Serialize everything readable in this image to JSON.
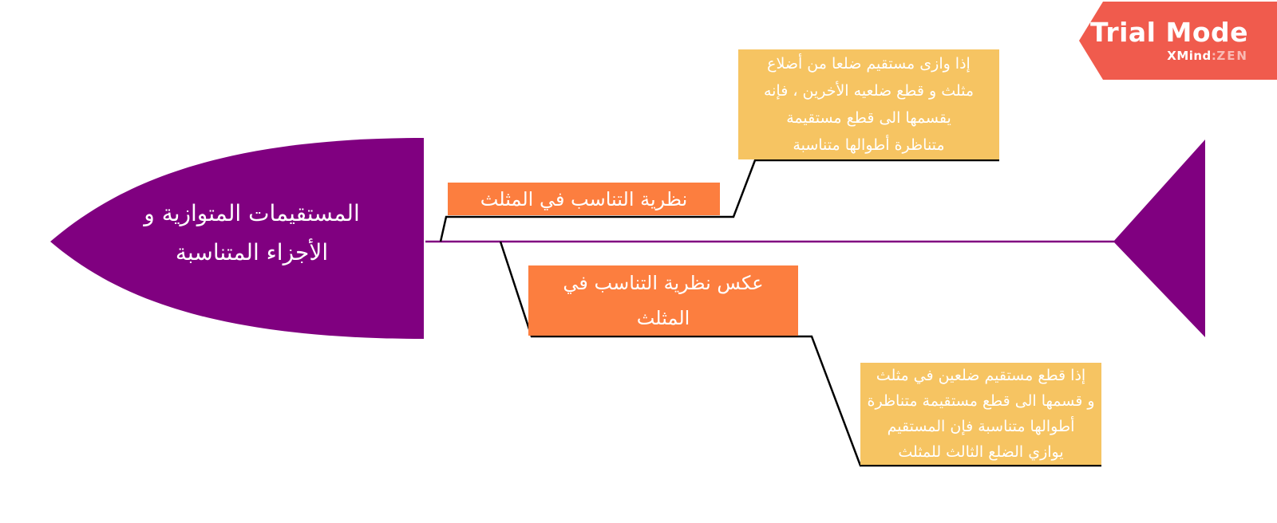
{
  "badge": {
    "title": "Trial Mode",
    "brand": "XMind",
    "brand_separator": ":",
    "brand_suffix": "ZEN",
    "color": "#F05B4D"
  },
  "mindmap": {
    "structure": "fishbone",
    "main_topic": {
      "label": "المستقيمات المتوازية و\nالأجزاء المتناسبة",
      "fill_color": "#800080",
      "text_color": "#FFFFFF"
    },
    "spine_color": "#800080",
    "connector_color": "#000000",
    "branches": [
      {
        "topic_label": "نظرية التناسب في المثلث",
        "topic_color": "#FC7E3F",
        "note_text": "إذا وازى مستقيم ضلعا من أضلاع\nمثلث و قطع ضلعيه الأخرين ، فإنه\nيقسمها الى قطع مستقيمة\nمتناظرة أطوالها متناسبة",
        "note_color": "#F6C462"
      },
      {
        "topic_label": "عكس نظرية التناسب في\nالمثلث",
        "topic_color": "#FC7E3F",
        "note_text": "إذا قطع مستقيم ضلعين في مثلث\nو قسمها الى قطع مستقيمة متناظرة\nأطوالها متناسبة فإن المستقيم\nيوازي الضلع الثالث للمثلث",
        "note_color": "#F6C462"
      }
    ]
  }
}
